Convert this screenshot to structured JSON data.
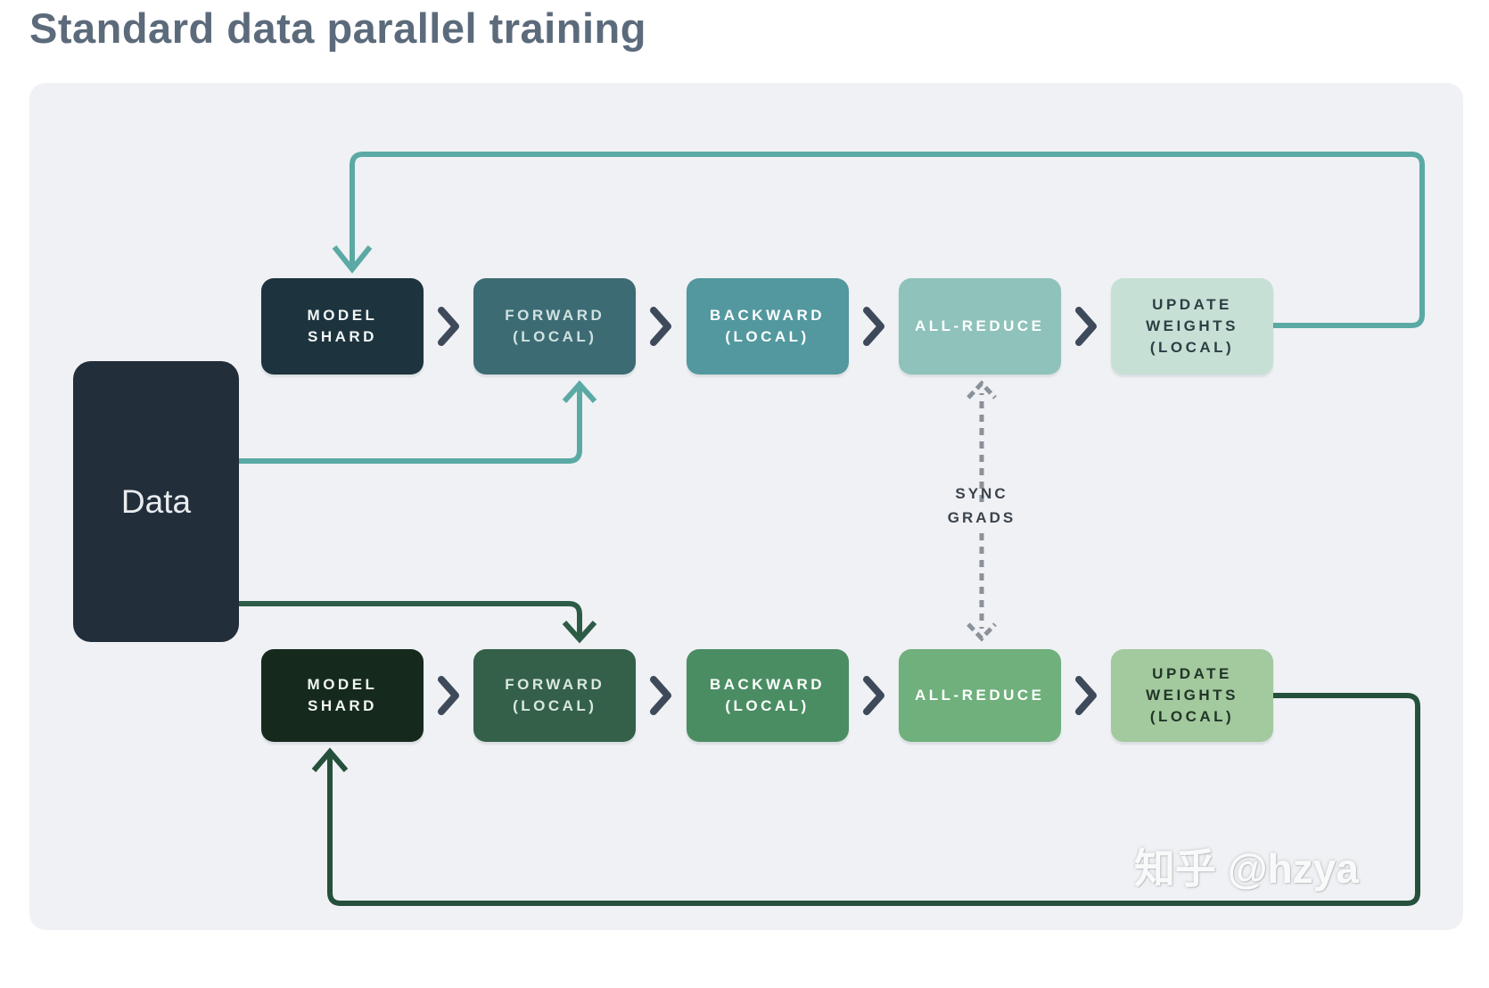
{
  "title": "Standard data parallel training",
  "watermark": "知乎 @hzya",
  "diagram": {
    "data_box": {
      "label": "Data"
    },
    "sync_label": {
      "line1": "SYNC",
      "line2": "GRADS"
    },
    "rows": [
      {
        "name": "worker-top",
        "boxes": [
          {
            "label_lines": [
              "MODEL",
              "SHARD"
            ],
            "bg": "#1d333d",
            "fg": "#f3f7f7"
          },
          {
            "label_lines": [
              "FORWARD",
              "(LOCAL)"
            ],
            "bg": "#3d6b74",
            "fg": "#cfe2e0"
          },
          {
            "label_lines": [
              "BACKWARD",
              "(LOCAL)"
            ],
            "bg": "#52989e",
            "fg": "#ffffff"
          },
          {
            "label_lines": [
              "ALL-REDUCE"
            ],
            "bg": "#8ec2bb",
            "fg": "#ffffff"
          },
          {
            "label_lines": [
              "UPDATE",
              "WEIGHTS",
              "(LOCAL)"
            ],
            "bg": "#c7e0d5",
            "fg": "#2c3e44"
          }
        ]
      },
      {
        "name": "worker-bottom",
        "boxes": [
          {
            "label_lines": [
              "MODEL",
              "SHARD"
            ],
            "bg": "#152a1d",
            "fg": "#f2f6f3"
          },
          {
            "label_lines": [
              "FORWARD",
              "(LOCAL)"
            ],
            "bg": "#34604a",
            "fg": "#d9e9de"
          },
          {
            "label_lines": [
              "BACKWARD",
              "(LOCAL)"
            ],
            "bg": "#4b8d63",
            "fg": "#ffffff"
          },
          {
            "label_lines": [
              "ALL-REDUCE"
            ],
            "bg": "#6fb07d",
            "fg": "#ffffff"
          },
          {
            "label_lines": [
              "UPDATE",
              "WEIGHTS",
              "(LOCAL)"
            ],
            "bg": "#a3c99e",
            "fg": "#213528"
          }
        ]
      }
    ],
    "colors": {
      "panel_bg": "#eff1f4",
      "title_text": "#5c6b7b",
      "teal_arrow": "#5ba9a4",
      "green_arrow": "#2d5c46",
      "green_loop_arrow": "#24503c",
      "dashed_arrow": "#8b919a",
      "chevron": "#3e4a59",
      "data_box_bg": "#222e3a"
    }
  }
}
